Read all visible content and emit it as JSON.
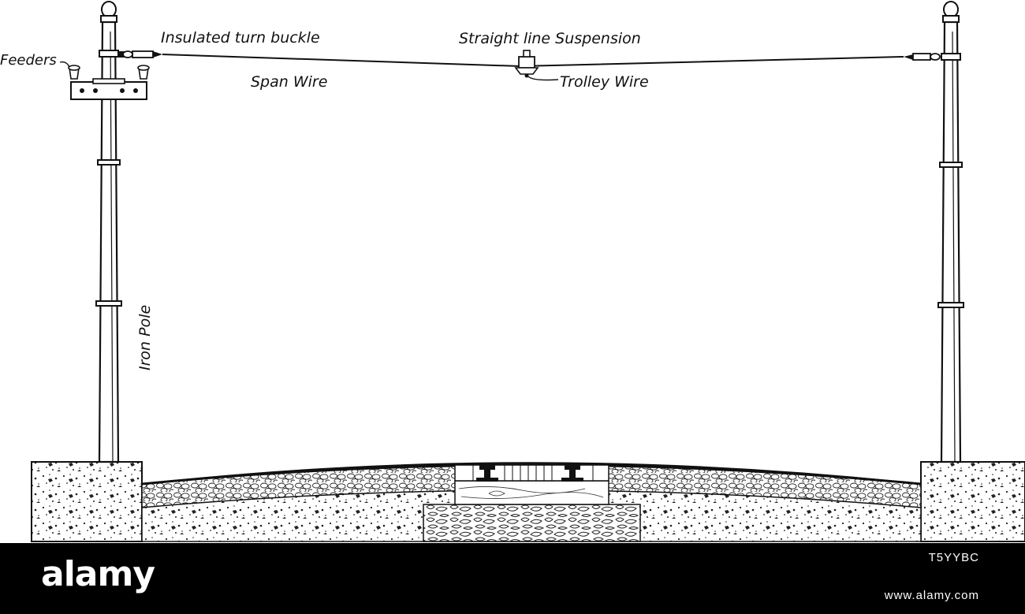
{
  "labels": {
    "insulated_turn_buckle": "Insulated turn buckle",
    "straight_line_suspension": "Straight line Suspension",
    "feeders": "Feeders",
    "span_wire": "Span Wire",
    "trolley_wire": "Trolley Wire",
    "iron_pole": "Iron Pole"
  },
  "footer": {
    "brand": "alamy",
    "image_id": "T5YYBC",
    "site": "www.alamy.com"
  },
  "colors": {
    "ink": "#111111",
    "footer_background": "#000000",
    "footer_text": "#ffffff"
  }
}
